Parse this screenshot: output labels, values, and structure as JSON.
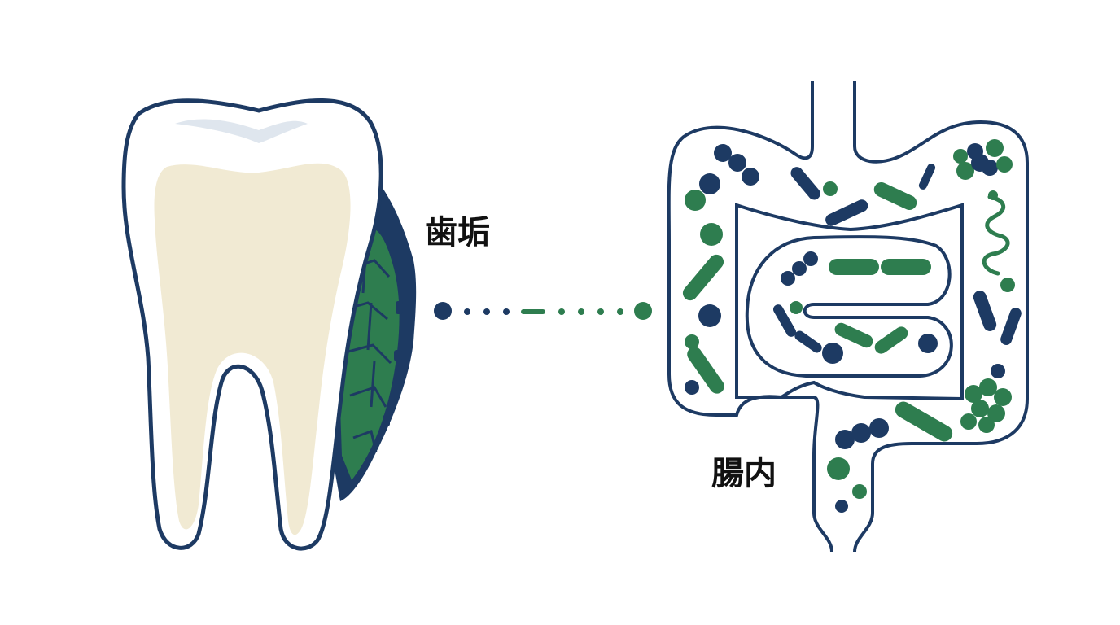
{
  "labels": {
    "plaque": "歯垢",
    "gut": "腸内"
  },
  "colors": {
    "navy": "#1d3a63",
    "green": "#2e7d4f",
    "enamel": "#ffffff",
    "dentin": "#f1ead3",
    "background": "#ffffff"
  },
  "icons": {
    "tooth": "tooth-illustration",
    "plaque": "plaque-bacteria",
    "intestine": "intestine-illustration",
    "bacteria": "gut-bacteria",
    "connector": "dotted-connector"
  }
}
